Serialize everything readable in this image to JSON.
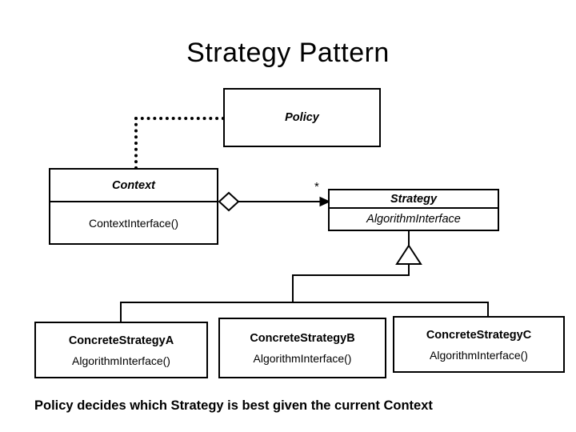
{
  "diagram": {
    "title": "Strategy Pattern",
    "caption": "Policy decides which Strategy is best given the current Context",
    "stroke_color": "#000000",
    "fill_color": "#ffffff",
    "classes": {
      "policy": {
        "name": "Policy",
        "operations": []
      },
      "context": {
        "name": "Context",
        "operations": [
          "ContextInterface()"
        ]
      },
      "strategy": {
        "name": "Strategy",
        "operations": [
          "AlgorithmInterface"
        ]
      },
      "concrete_strategy_a": {
        "name": "ConcreteStrategyA",
        "operations": [
          "AlgorithmInterface()"
        ]
      },
      "concrete_strategy_b": {
        "name": "ConcreteStrategyB",
        "operations": [
          "AlgorithmInterface()"
        ]
      },
      "concrete_strategy_c": {
        "name": "ConcreteStrategyC",
        "operations": [
          "AlgorithmInterface()"
        ]
      }
    },
    "relationships": {
      "policy_to_context": {
        "type": "dependency-dotted",
        "from": "Policy",
        "to": "Context",
        "label": ""
      },
      "context_to_strategy": {
        "type": "aggregation",
        "from": "Context",
        "to": "Strategy",
        "multiplicity": "*"
      },
      "strategy_generalization": {
        "type": "generalization",
        "parent": "Strategy",
        "children": [
          "ConcreteStrategyA",
          "ConcreteStrategyB",
          "ConcreteStrategyC"
        ]
      }
    }
  }
}
